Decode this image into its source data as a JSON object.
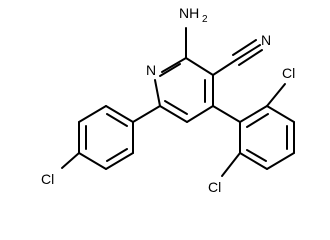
{
  "molecule": {
    "labels": {
      "amine": "NH",
      "amine_subscript": "2",
      "ring_nitrogen": "N",
      "nitrile_nitrogen": "N",
      "chlorine_top": "Cl",
      "chlorine_bottom": "Cl",
      "chlorine_left": "Cl"
    }
  }
}
